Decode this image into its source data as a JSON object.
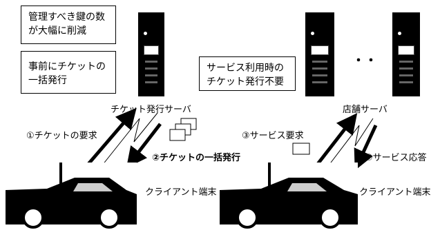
{
  "boxes": {
    "keys_reduced": "管理すべき鍵の数\nが大幅に削減",
    "bulk_issue": "事前にチケットの\n一括発行",
    "no_issue": "サービス利用時の\nチケット発行不要"
  },
  "labels": {
    "ticket_server": "チケット発行サーバ",
    "store_server": "店舗サーバ",
    "client_left": "クライアント端末",
    "client_right": "クライアント端末",
    "step1": "①チケットの要求",
    "step2": "②チケットの一括発行",
    "step3": "③サービス要求",
    "step4": "④サービス応答",
    "dots": "・・"
  }
}
